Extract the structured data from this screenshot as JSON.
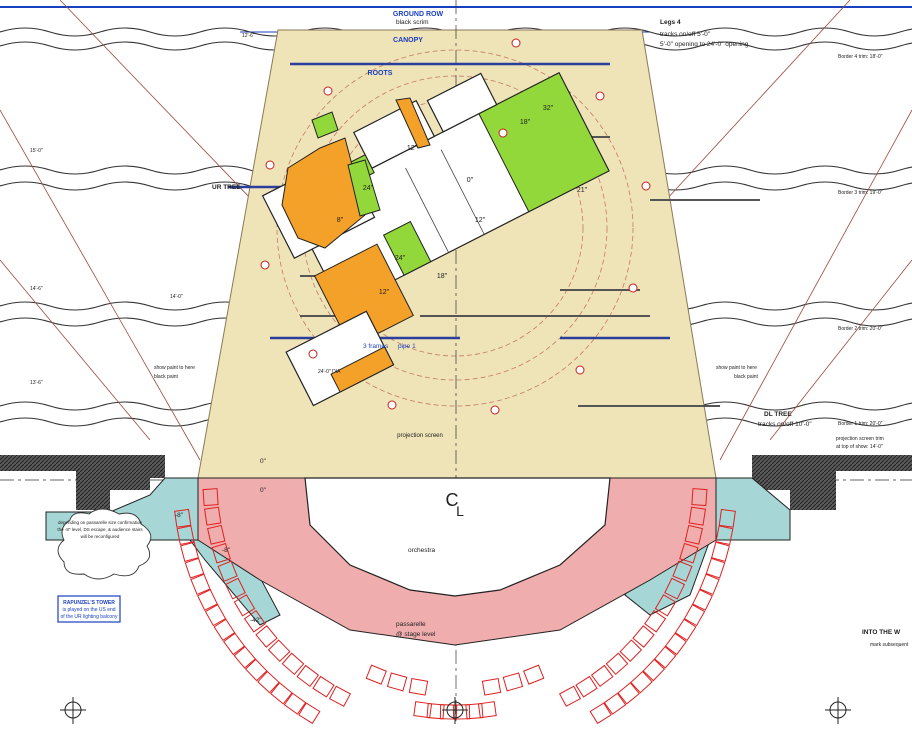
{
  "labels": {
    "ground_row": "GROUND ROW",
    "black_scrim": "black scrim",
    "canopy": "CANOPY",
    "roots": "ROOTS",
    "legs_title": "Legs 4",
    "legs_line1": "tracks on/off 5'-0\"",
    "legs_line2": "5'-0\" opening to 24'-0\" opening",
    "border4": "Border 4 trim: 18'-0\"",
    "border3": "Border 3 trim: 19'-0\"",
    "border2": "Border 2 trim: 20'-0\"",
    "border1": "Border 1 trim: 20'-0\"",
    "ur_tree": "UR TREE",
    "dl_tree": "DL TREE",
    "dl_tree_tracks": "tracks on/off 10'-0\"",
    "frames": "3 frames",
    "pipe1": "pipe 1",
    "dia": "24'-0\" DIA",
    "show_paint_left": "show paint to here",
    "black_paint_left": "black paint",
    "show_paint_right": "show paint to here",
    "black_paint_right": "black paint",
    "projection_screen": "projection screen",
    "screen_trim_1": "projection screen trim",
    "screen_trim_2": "at top of show: 14'-0\"",
    "zero_upper": "0\"",
    "zero_lower": "0\"",
    "minus8_left": "-8\"",
    "minus8_stairs": "-8\"",
    "minus42": "-42\"",
    "orchestra": "orchestra",
    "passarelle_1": "passarelle",
    "passarelle_2": "@ stage level",
    "cl_c": "C",
    "cl_l": "L",
    "cloud_1": "depending on passarelle size confirmation",
    "cloud_2": "the -8\" level, DS escape, & audience stairs",
    "cloud_3": "will be reconfigured",
    "tower_1": "RAPUNZEL'S TOWER",
    "tower_2": "is played on the US end",
    "tower_3": "of the UR lighting balcony",
    "into_woods": "INTO THE W",
    "into_sub": "mark subsequent",
    "dim_15": "15'-0\"",
    "dim_14_top": "14'-6\"",
    "dim_14_mid": "14'-0\"",
    "dim_12": "12'-6\"",
    "dim_13": "13'-6\"",
    "p12": "12\"",
    "p24a": "24\"",
    "p24b": "24\"",
    "p8": "8\"",
    "p18a": "18\"",
    "p18b": "18\"",
    "p12b": "12\"",
    "p21": "21\"",
    "p32": "32\"",
    "rot_1": "0\"",
    "rot_2": "12\""
  },
  "colors": {
    "stage_floor": "#efe3b8",
    "orange": "#f4a129",
    "green": "#92d83a",
    "passarelle": "#f0adad",
    "teal": "#a6d7d6",
    "seat_red": "#e02020",
    "blue_text": "#1a3fbf",
    "dark_wall": "#3a3a3a"
  }
}
